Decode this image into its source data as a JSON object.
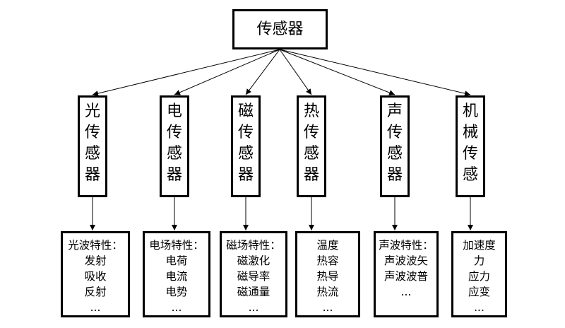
{
  "root": {
    "label": "传感器"
  },
  "categories": [
    {
      "name": "光\n传\n感\n器",
      "details": [
        "光波特性：",
        "发射",
        "吸收",
        "反射",
        "..."
      ]
    },
    {
      "name": "电\n传\n感\n器",
      "details": [
        "电场特性：",
        "电荷",
        "电流",
        "电势",
        "..."
      ]
    },
    {
      "name": "磁\n传\n感\n器",
      "details": [
        "磁场特性：",
        "磁激化",
        "磁导率",
        "磁通量",
        "..."
      ]
    },
    {
      "name": "热\n传\n感\n器",
      "details": [
        "温度",
        "热容",
        "热导",
        "热流",
        "..."
      ]
    },
    {
      "name": "声\n传\n感\n器",
      "details": [
        "声波特性：",
        "声波波矢",
        "声波波普",
        "..."
      ]
    },
    {
      "name": "机\n械\n传\n感",
      "details": [
        "加速度",
        "力",
        "应力",
        "应变",
        "..."
      ]
    }
  ]
}
